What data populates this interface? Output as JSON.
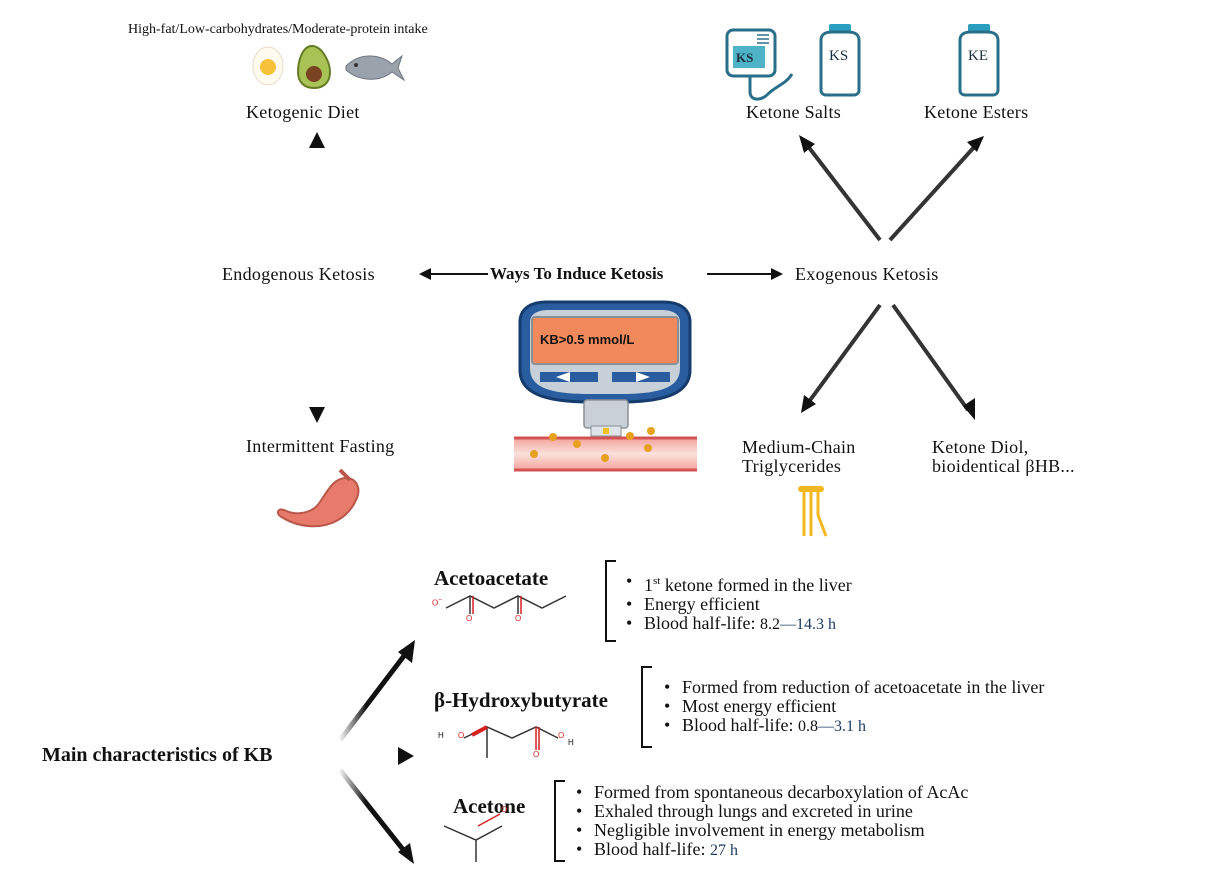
{
  "title": "Ways To Induce Ketosis",
  "diet": {
    "caption": "High-fat/Low-carbohydrates/Moderate-protein intake",
    "label": "Ketogenic Diet"
  },
  "endogenous": "Endogenous Ketosis",
  "exogenous": "Exogenous Ketosis",
  "fasting": "Intermittent Fasting",
  "ketone_salts": {
    "label": "Ketone Salts",
    "icon_text": "KS"
  },
  "ketone_esters": {
    "label": "Ketone Esters",
    "icon_text": "KE"
  },
  "mct": {
    "line1": "Medium-Chain",
    "line2": "Triglycerides"
  },
  "diol": {
    "line1": "Ketone Diol,",
    "line2": "bioidentical βHB..."
  },
  "meter": {
    "display": "KB>0.5 mmol/L"
  },
  "main_label": "Main characteristics of KB",
  "bodies": [
    {
      "name": "Acetoacetate",
      "facts": [
        {
          "pre": "1",
          "sup": "st",
          "post": " ketone formed in the liver"
        },
        {
          "text": "Energy efficient"
        },
        {
          "label": "Blood half-life: ",
          "low": "8.2",
          "dash": "—",
          "high": "14.3 h"
        }
      ]
    },
    {
      "name": "β-Hydroxybutyrate",
      "facts": [
        {
          "text": "Formed from reduction of acetoacetate in the liver"
        },
        {
          "text": "Most energy efficient"
        },
        {
          "label": "Blood half-life: ",
          "low": "0.8",
          "dash": "—",
          "high": "3.1 h"
        }
      ]
    },
    {
      "name": "Acetone",
      "facts": [
        {
          "text": "Formed from spontaneous decarboxylation of AcAc"
        },
        {
          "text": "Exhaled through lungs and excreted in urine"
        },
        {
          "text": "Negligible involvement in energy metabolism"
        },
        {
          "label": "Blood half-life: ",
          "val": "27 h"
        }
      ]
    }
  ],
  "molecule_atoms": {
    "oxygen": "O",
    "hydrogen": "H",
    "charge": "−"
  },
  "colors": {
    "accent_blue": "#1d3c66",
    "meter_blue": "#2a5d9f",
    "meter_screen": "#f08a5d",
    "oxygen_red": "#d62020",
    "mct_yellow": "#f3b722",
    "bottle_teal": "#2a6f8a"
  }
}
